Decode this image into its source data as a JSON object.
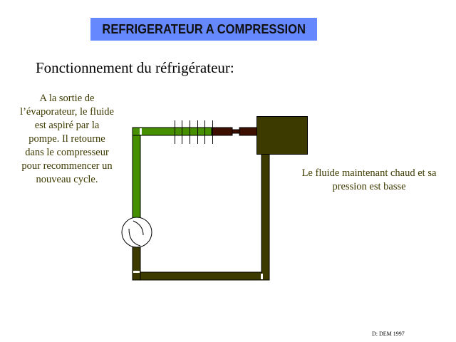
{
  "title": "REFRIGERATEUR A COMPRESSION",
  "subtitle": "Fonctionnement du réfrigérateur:",
  "left_caption": "A la sortie de l’évaporateur, le fluide est aspiré par la pompe. Il retourne dans le compresseur pour recommencer un nouveau cycle.",
  "right_caption": "Le fluide maintenant chaud et sa pression est basse",
  "credit": "D: DEM 1997",
  "colors": {
    "title_bg": "#6688ff",
    "cold_pipe": "#458f00",
    "warm_pipe": "#3d3a00",
    "capillary": "#3d0f00"
  }
}
